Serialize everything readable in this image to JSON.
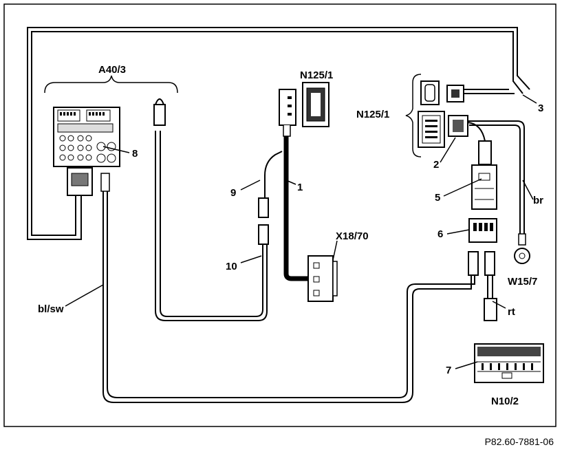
{
  "diagram": {
    "labels": {
      "a40_3": "A40/3",
      "n125_1_top": "N125/1",
      "n125_1_side": "N125/1",
      "x18_70": "X18/70",
      "w15_7": "W15/7",
      "n10_2": "N10/2",
      "bl_sw": "bl/sw",
      "br": "br",
      "rt": "rt",
      "c1": "1",
      "c2": "2",
      "c3": "3",
      "c5": "5",
      "c6": "6",
      "c7": "7",
      "c8": "8",
      "c9": "9",
      "c10": "10"
    },
    "reference": "P82.60-7881-06"
  }
}
